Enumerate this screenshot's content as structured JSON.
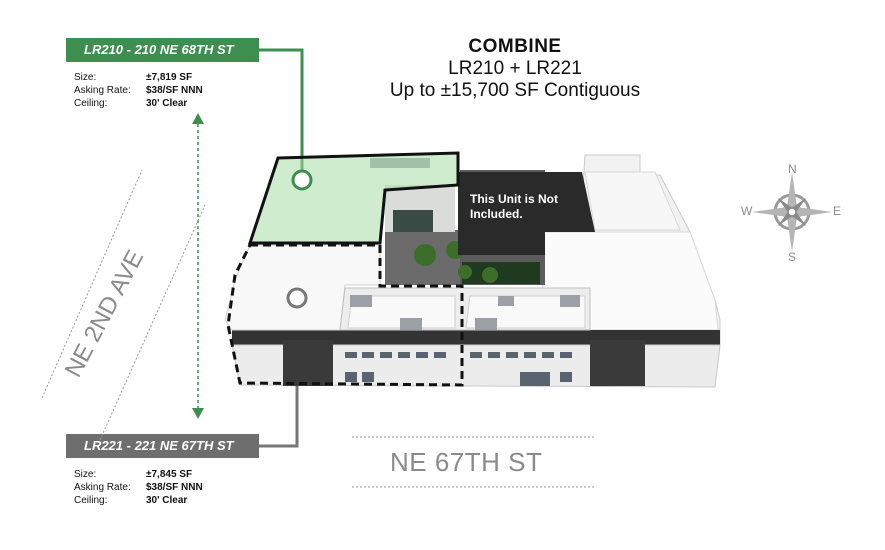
{
  "title": {
    "line1": "COMBINE",
    "line2": "LR210 + LR221",
    "line3": "Up to ±15,700 SF Contiguous"
  },
  "unit_top": {
    "label": "LR210 - 210 NE 68TH ST",
    "specs": [
      {
        "key": "Size:",
        "value": "±7,819 SF"
      },
      {
        "key": "Asking Rate:",
        "value": "$38/SF NNN"
      },
      {
        "key": "Ceiling:",
        "value": "30' Clear"
      }
    ],
    "accent": "#3c8f4f"
  },
  "unit_bottom": {
    "label": "LR221 - 221 NE 67TH ST",
    "specs": [
      {
        "key": "Size:",
        "value": "±7,845 SF"
      },
      {
        "key": "Asking Rate:",
        "value": "$38/SF NNN"
      },
      {
        "key": "Ceiling:",
        "value": "30' Clear"
      }
    ],
    "accent": "#6e6e6e"
  },
  "not_included_note": "This Unit is Not Included.",
  "streets": {
    "south": "NE 67TH ST",
    "west": "NE 2ND AVE"
  },
  "compass": {
    "n": "N",
    "s": "S",
    "e": "E",
    "w": "W"
  }
}
